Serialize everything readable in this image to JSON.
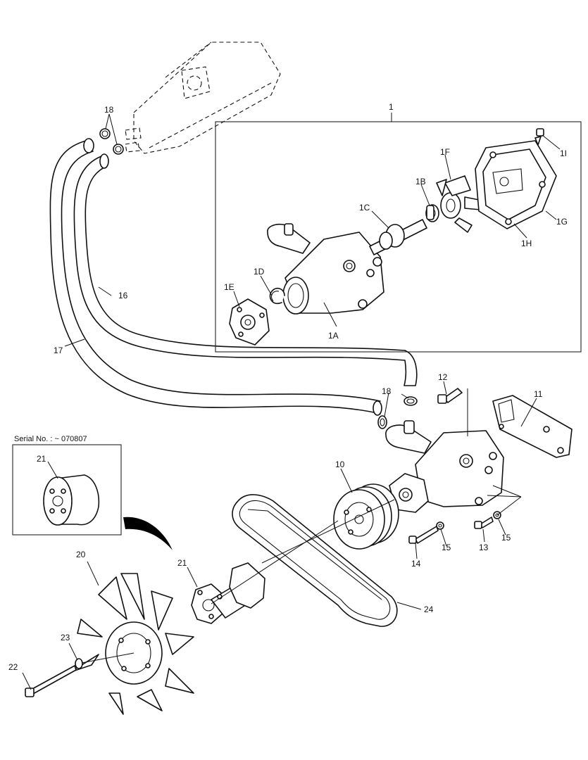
{
  "callouts": {
    "c1": "1",
    "c1A": "1A",
    "c1B": "1B",
    "c1C": "1C",
    "c1D": "1D",
    "c1E": "1E",
    "c1F": "1F",
    "c1G": "1G",
    "c1H": "1H",
    "c1I": "1I",
    "c10": "10",
    "c11": "11",
    "c12": "12",
    "c13": "13",
    "c14": "14",
    "c15a": "15",
    "c15b": "15",
    "c16": "16",
    "c17": "17",
    "c18a": "18",
    "c18b": "18",
    "c20": "20",
    "c21a": "21",
    "c21b": "21",
    "c22": "22",
    "c23": "23",
    "c24": "24"
  },
  "serial_note": "Serial No. : ~ 070807"
}
